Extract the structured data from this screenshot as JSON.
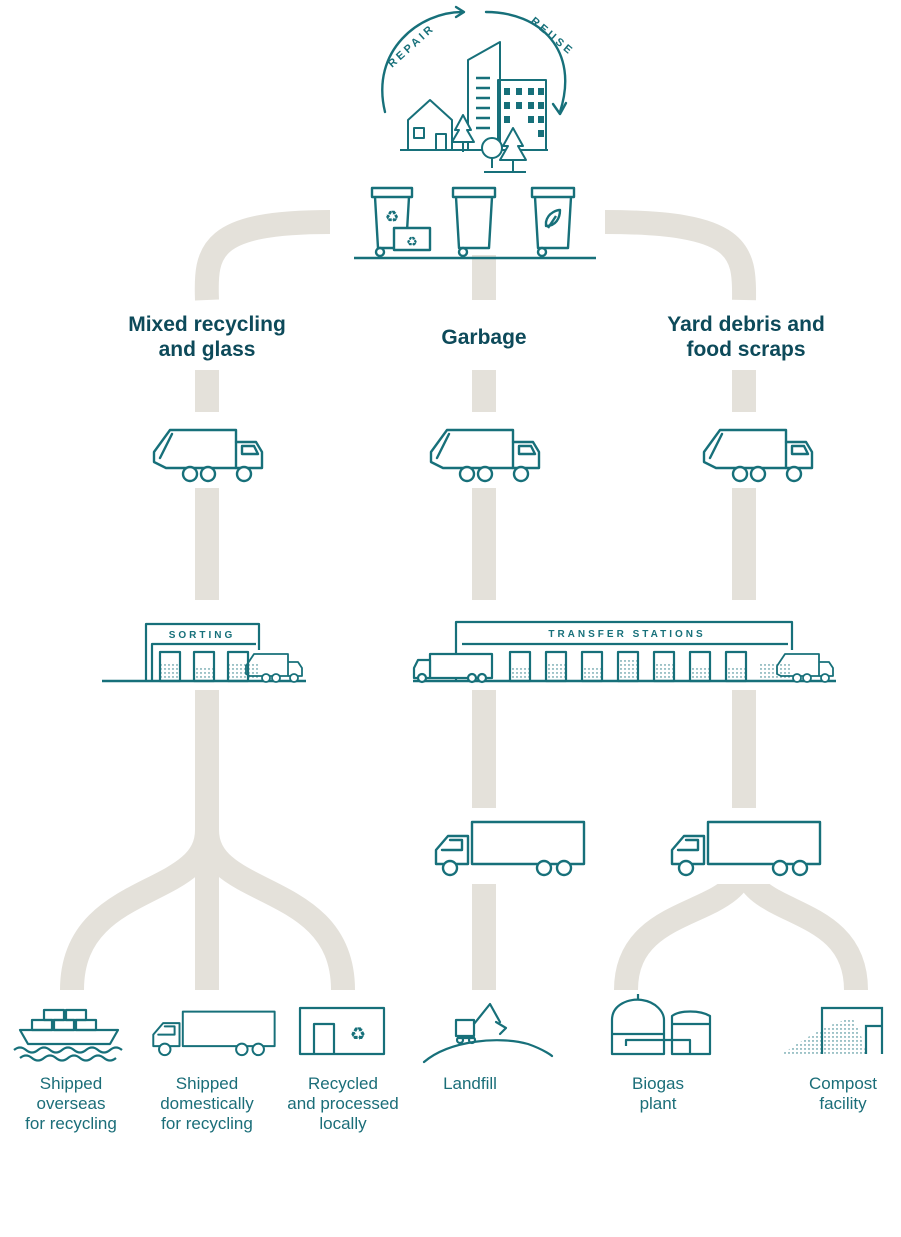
{
  "colors": {
    "path": "#e4e1da",
    "icon": "#17707a",
    "heading": "#0d4a5a",
    "label": "#1b6e79"
  },
  "top": {
    "arrow_left": "REPAIR",
    "arrow_right": "REUSE",
    "icon": "city-buildings-icon",
    "bins_icon": "waste-bins-icon"
  },
  "streams": {
    "recycling": {
      "title_line1": "Mixed recycling",
      "title_line2": "and glass"
    },
    "garbage": {
      "title": "Garbage"
    },
    "organics": {
      "title_line1": "Yard debris and",
      "title_line2": "food scraps"
    }
  },
  "facilities": {
    "sorting": "SORTING",
    "transfer": "TRANSFER STATIONS"
  },
  "destinations": {
    "overseas": {
      "line1": "Shipped",
      "line2": "overseas",
      "line3": "for recycling"
    },
    "domestic": {
      "line1": "Shipped",
      "line2": "domestically",
      "line3": "for recycling"
    },
    "local": {
      "line1": "Recycled",
      "line2": "and processed",
      "line3": "locally"
    },
    "landfill": {
      "line1": "Landfill"
    },
    "biogas": {
      "line1": "Biogas",
      "line2": "plant"
    },
    "compost": {
      "line1": "Compost",
      "line2": "facility"
    }
  }
}
